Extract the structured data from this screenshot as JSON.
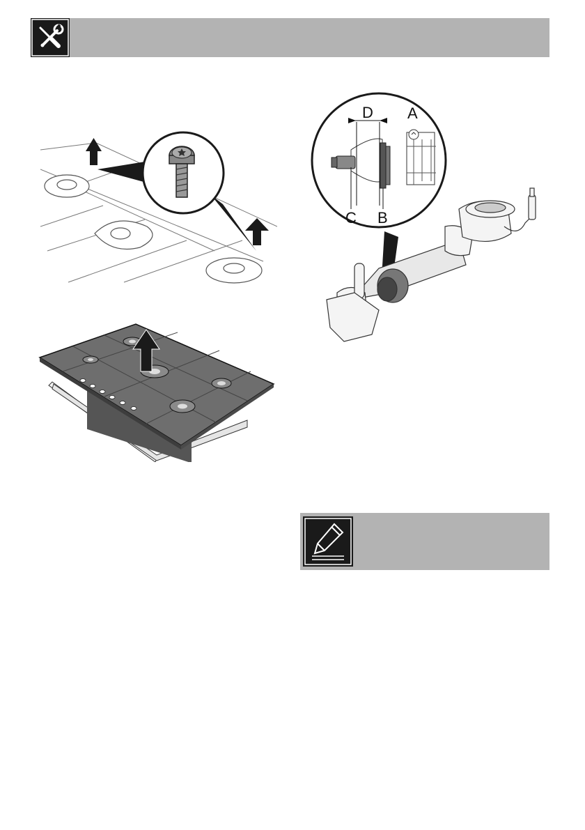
{
  "header": {
    "icon": "tools-icon",
    "background": "#b3b3b3",
    "icon_background": "#1a1a1a"
  },
  "figure_right": {
    "labels": {
      "a": "A",
      "b": "B",
      "c": "C",
      "d": "D"
    }
  },
  "note": {
    "icon": "pencil-note-icon",
    "background": "#b3b3b3"
  }
}
